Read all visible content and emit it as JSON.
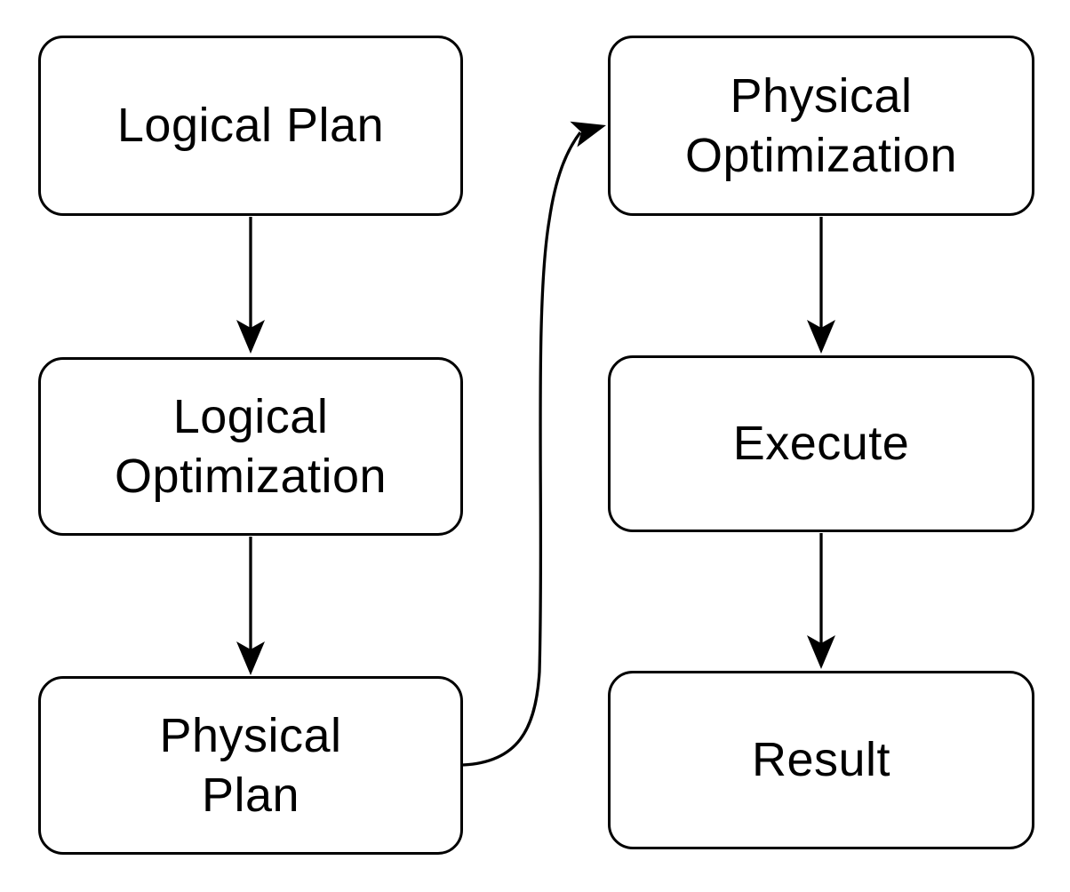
{
  "diagram": {
    "type": "flowchart",
    "colors": {
      "background": "#ffffff",
      "node_fill": "#ffffff",
      "node_border": "#000000",
      "text": "#000000",
      "arrow": "#000000"
    },
    "nodes": [
      {
        "id": "logical-plan",
        "label": "Logical Plan"
      },
      {
        "id": "logical-optimization",
        "label": "Logical\nOptimization"
      },
      {
        "id": "physical-plan",
        "label": "Physical\nPlan"
      },
      {
        "id": "physical-optimization",
        "label": "Physical\nOptimization"
      },
      {
        "id": "execute",
        "label": "Execute"
      },
      {
        "id": "result",
        "label": "Result"
      }
    ],
    "edges": [
      {
        "from": "logical-plan",
        "to": "logical-optimization",
        "shape": "straight-down"
      },
      {
        "from": "logical-optimization",
        "to": "physical-plan",
        "shape": "straight-down"
      },
      {
        "from": "physical-plan",
        "to": "physical-optimization",
        "shape": "curved-up-right"
      },
      {
        "from": "physical-optimization",
        "to": "execute",
        "shape": "straight-down"
      },
      {
        "from": "execute",
        "to": "result",
        "shape": "straight-down"
      }
    ]
  }
}
